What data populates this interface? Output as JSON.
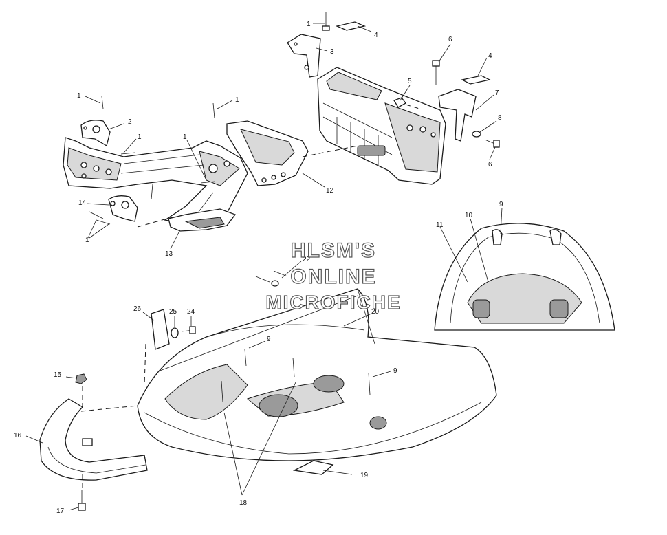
{
  "watermark": {
    "line1": "HLSM'S",
    "line2": "ONLINE",
    "line3": "MICROFICHE"
  },
  "callouts": [
    {
      "id": "c1a",
      "label": "1"
    },
    {
      "id": "c4a",
      "label": "4"
    },
    {
      "id": "c3",
      "label": "3"
    },
    {
      "id": "c6a",
      "label": "6"
    },
    {
      "id": "c4b",
      "label": "4"
    },
    {
      "id": "c5",
      "label": "5"
    },
    {
      "id": "c7",
      "label": "7"
    },
    {
      "id": "c8",
      "label": "8"
    },
    {
      "id": "c6b",
      "label": "6"
    },
    {
      "id": "c1b",
      "label": "1"
    },
    {
      "id": "c2",
      "label": "2"
    },
    {
      "id": "c1c",
      "label": "1"
    },
    {
      "id": "c1d",
      "label": "1"
    },
    {
      "id": "c1e",
      "label": "1"
    },
    {
      "id": "c12",
      "label": "12"
    },
    {
      "id": "c14",
      "label": "14"
    },
    {
      "id": "c1f",
      "label": "1"
    },
    {
      "id": "c13",
      "label": "13"
    },
    {
      "id": "c9a",
      "label": "9"
    },
    {
      "id": "c10",
      "label": "10"
    },
    {
      "id": "c11",
      "label": "11"
    },
    {
      "id": "c22",
      "label": "22"
    },
    {
      "id": "c20",
      "label": "20"
    },
    {
      "id": "c26",
      "label": "26"
    },
    {
      "id": "c25",
      "label": "25"
    },
    {
      "id": "c24",
      "label": "24"
    },
    {
      "id": "c9b",
      "label": "9"
    },
    {
      "id": "c9c",
      "label": "9"
    },
    {
      "id": "c15",
      "label": "15"
    },
    {
      "id": "c16",
      "label": "16"
    },
    {
      "id": "c19",
      "label": "19"
    },
    {
      "id": "c18",
      "label": "18"
    },
    {
      "id": "c17",
      "label": "17"
    }
  ]
}
